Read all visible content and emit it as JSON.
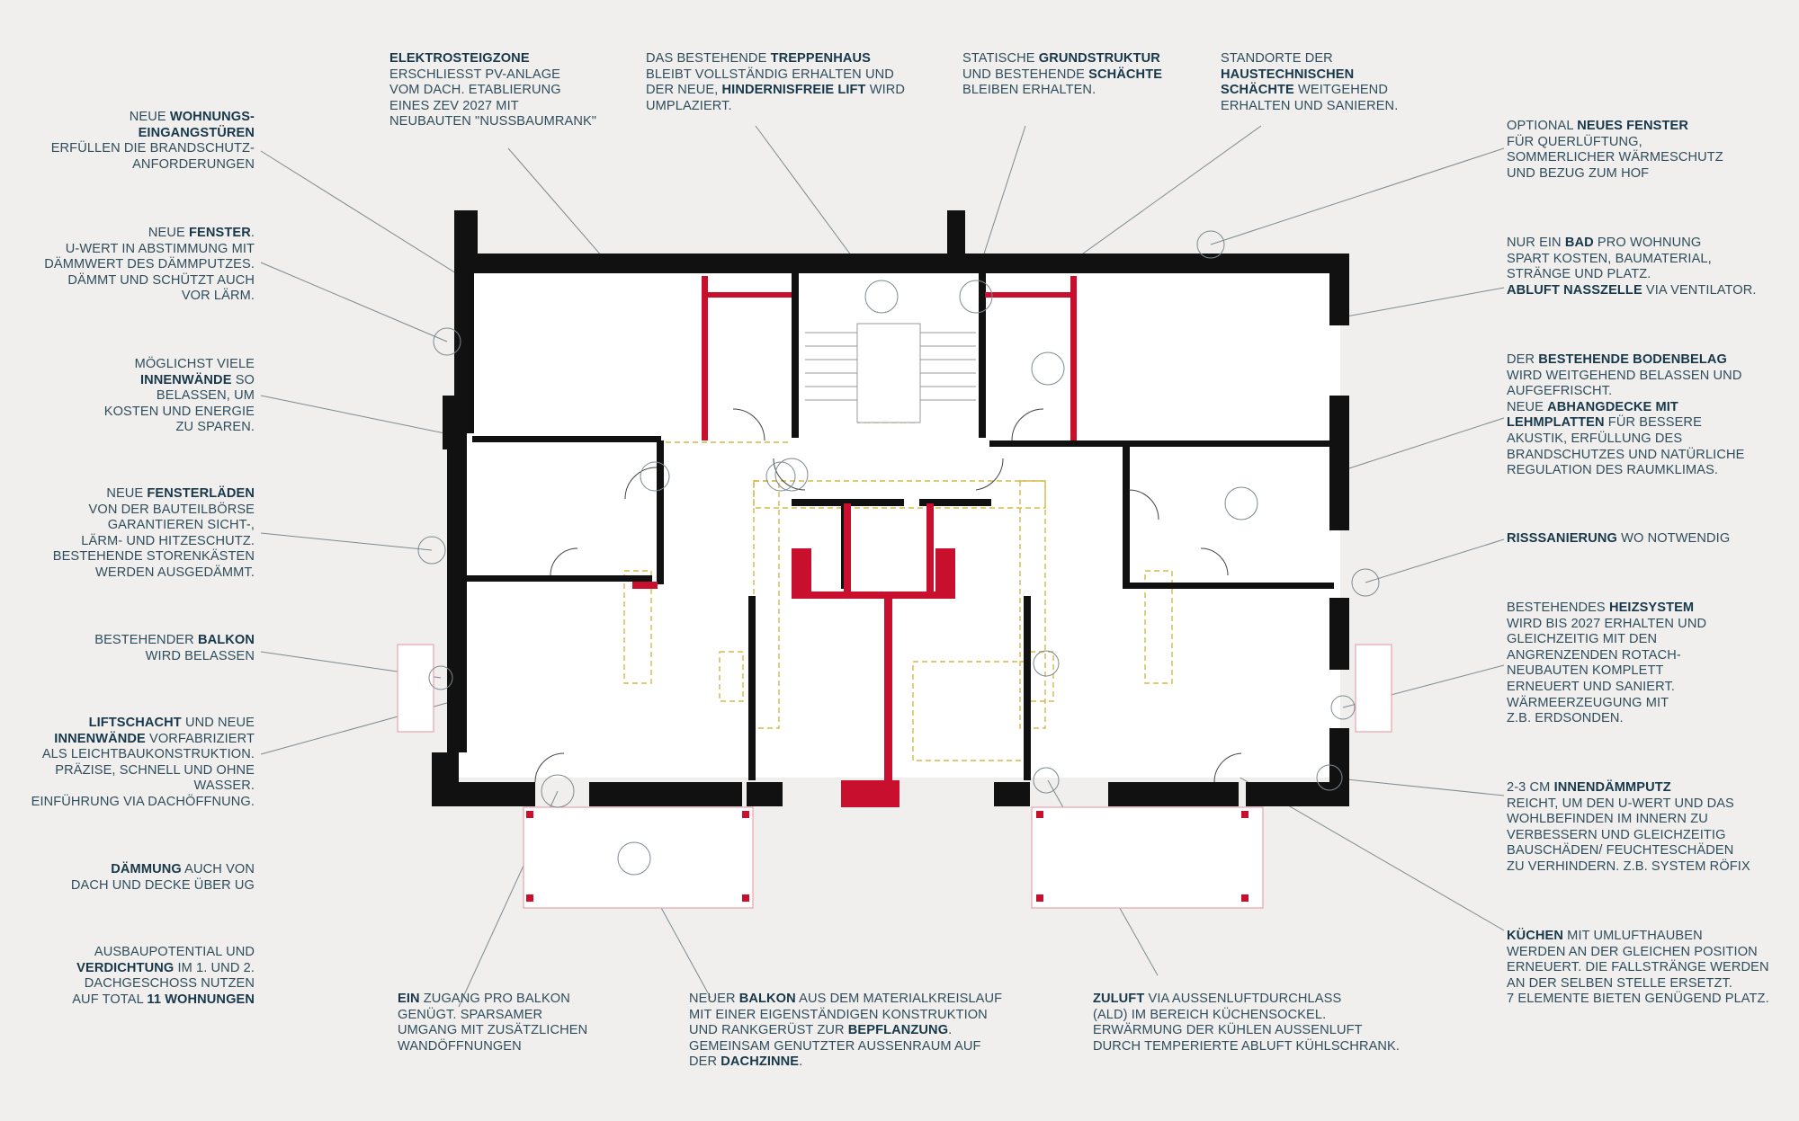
{
  "colors": {
    "background": "#f0efed",
    "text": "#2f4d5c",
    "bold_text": "#17384a",
    "wall": "#111111",
    "new_wall": "#c8102e",
    "light_construction": "#d4b84a",
    "leader": "#7d8a90"
  },
  "annotations": {
    "wohnungstueren": [
      [
        {
          "t": "Neue "
        },
        {
          "b": "Wohnungs-"
        }
      ],
      [
        {
          "b": "eingangstüren"
        }
      ],
      [
        {
          "t": "erfüllen die Brandschutz-"
        }
      ],
      [
        {
          "t": "anforderungen"
        }
      ]
    ],
    "fenster": [
      [
        {
          "t": "Neue "
        },
        {
          "b": "Fenster"
        },
        {
          "t": "."
        }
      ],
      [
        {
          "t": "U-Wert in Abstimmung mit"
        }
      ],
      [
        {
          "t": "Dämmwert des Dämmputzes."
        }
      ],
      [
        {
          "t": "Dämmt und schützt auch"
        }
      ],
      [
        {
          "t": "vor Lärm."
        }
      ]
    ],
    "innenwaende": [
      [
        {
          "t": "Möglichst viele"
        }
      ],
      [
        {
          "b": "Innenwände"
        },
        {
          "t": " so"
        }
      ],
      [
        {
          "t": "belassen, um"
        }
      ],
      [
        {
          "t": "Kosten und Energie"
        }
      ],
      [
        {
          "t": "zu sparen."
        }
      ]
    ],
    "fensterlaeden": [
      [
        {
          "t": "Neue "
        },
        {
          "b": "Fensterläden"
        }
      ],
      [
        {
          "t": "von der Bauteilbörse"
        }
      ],
      [
        {
          "t": "garantieren Sicht-,"
        }
      ],
      [
        {
          "t": "Lärm- und Hitzeschutz."
        }
      ],
      [
        {
          "t": "Bestehende Storenkästen"
        }
      ],
      [
        {
          "t": "werden ausgedämmt."
        }
      ]
    ],
    "balkon_bestehend": [
      [
        {
          "t": "Bestehender "
        },
        {
          "b": "Balkon"
        }
      ],
      [
        {
          "t": "wird belassen"
        }
      ]
    ],
    "liftschacht": [
      [
        {
          "b": "Liftschacht"
        },
        {
          "t": " und neue"
        }
      ],
      [
        {
          "b": "Innenwände"
        },
        {
          "t": " vorfabriziert"
        }
      ],
      [
        {
          "t": "als Leichtbaukonstruktion."
        }
      ],
      [
        {
          "t": "Präzise, schnell und ohne"
        }
      ],
      [
        {
          "t": "Wasser."
        }
      ],
      [
        {
          "t": "Einführung via Dachöffnung."
        }
      ]
    ],
    "daemmung": [
      [
        {
          "b": "Dämmung"
        },
        {
          "t": " auch von"
        }
      ],
      [
        {
          "t": "Dach und Decke über UG"
        }
      ]
    ],
    "verdichtung": [
      [
        {
          "t": "Ausbaupotential und"
        }
      ],
      [
        {
          "b": "Verdichtung"
        },
        {
          "t": " im 1. und 2."
        }
      ],
      [
        {
          "t": "Dachgeschoss nutzen"
        }
      ],
      [
        {
          "t": "auf total "
        },
        {
          "b": "11 Wohnungen"
        }
      ]
    ],
    "elektrosteigzone": [
      [
        {
          "b": "Elektrosteigzone"
        }
      ],
      [
        {
          "t": "erschliesst PV-Anlage"
        }
      ],
      [
        {
          "t": "vom Dach. Etablierung"
        }
      ],
      [
        {
          "t": "eines ZEV 2027 mit"
        }
      ],
      [
        {
          "t": "Neubauten \"Nussbaumrank\""
        }
      ]
    ],
    "treppenhaus": [
      [
        {
          "t": "Das bestehende "
        },
        {
          "b": "Treppenhaus"
        }
      ],
      [
        {
          "t": "bleibt vollständig erhalten und"
        }
      ],
      [
        {
          "t": "der neue, "
        },
        {
          "b": "hindernisfreie Lift"
        },
        {
          "t": " wird"
        }
      ],
      [
        {
          "t": "umplaziert."
        }
      ]
    ],
    "grundstruktur": [
      [
        {
          "t": "Statische "
        },
        {
          "b": "Grundstruktur"
        }
      ],
      [
        {
          "t": "und bestehende "
        },
        {
          "b": "Schächte"
        }
      ],
      [
        {
          "t": "bleiben erhalten."
        }
      ]
    ],
    "schaechte": [
      [
        {
          "t": "Standorte der"
        }
      ],
      [
        {
          "b": "haustechnischen"
        }
      ],
      [
        {
          "b": "Schächte"
        },
        {
          "t": " weitgehend"
        }
      ],
      [
        {
          "t": "erhalten und sanieren."
        }
      ]
    ],
    "neues_fenster": [
      [
        {
          "t": "Optional "
        },
        {
          "b": "neues Fenster"
        }
      ],
      [
        {
          "t": "für Querlüftung,"
        }
      ],
      [
        {
          "t": "sommerlicher Wärmeschutz"
        }
      ],
      [
        {
          "t": "und Bezug zum Hof"
        }
      ]
    ],
    "bad": [
      [
        {
          "t": "Nur ein "
        },
        {
          "b": "Bad"
        },
        {
          "t": " pro Wohnung"
        }
      ],
      [
        {
          "t": "spart Kosten, Baumaterial,"
        }
      ],
      [
        {
          "t": "Stränge und Platz."
        }
      ],
      [
        {
          "b": "Abluft Nasszelle"
        },
        {
          "t": " via Ventilator."
        }
      ]
    ],
    "bodenbelag": [
      [
        {
          "t": "Der "
        },
        {
          "b": "bestehende Bodenbelag"
        }
      ],
      [
        {
          "t": "wird weitgehend belassen und"
        }
      ],
      [
        {
          "t": "aufgefrischt."
        }
      ],
      [
        {
          "t": "Neue "
        },
        {
          "b": "Abhangdecke mit"
        }
      ],
      [
        {
          "b": "Lehmplatten"
        },
        {
          "t": " für bessere"
        }
      ],
      [
        {
          "t": "Akustik, Erfüllung des"
        }
      ],
      [
        {
          "t": "Brandschutzes und natürliche"
        }
      ],
      [
        {
          "t": "Regulation des Raumklimas."
        }
      ]
    ],
    "risssanierung": [
      [
        {
          "b": "Risssanierung"
        },
        {
          "t": " wo notwendig"
        }
      ]
    ],
    "heizsystem": [
      [
        {
          "t": "Bestehendes "
        },
        {
          "b": "Heizsystem"
        }
      ],
      [
        {
          "t": "wird bis 2027 erhalten und"
        }
      ],
      [
        {
          "t": "gleichzeitig mit den"
        }
      ],
      [
        {
          "t": "angrenzenden Rotach-"
        }
      ],
      [
        {
          "t": "Neubauten  komplett"
        }
      ],
      [
        {
          "t": "erneuert und saniert."
        }
      ],
      [
        {
          "t": "Wärmeerzeugung mit"
        }
      ],
      [
        {
          "t": "z.B. Erdsonden."
        }
      ]
    ],
    "innendaemmputz": [
      [
        {
          "t": "2-3 cm "
        },
        {
          "b": "Innendämmputz"
        }
      ],
      [
        {
          "t": "reicht, um den U-Wert und das"
        }
      ],
      [
        {
          "t": "Wohlbefinden im Innern zu"
        }
      ],
      [
        {
          "t": "verbessern und gleichzeitig"
        }
      ],
      [
        {
          "t": "Bauschäden/ Feuchteschäden"
        }
      ],
      [
        {
          "t": "zu verhindern. z.B. System Röfix"
        }
      ]
    ],
    "kuechen": [
      [
        {
          "b": "Küchen"
        },
        {
          "t": " mit Umlufthauben"
        }
      ],
      [
        {
          "t": "werden an der gleichen Position"
        }
      ],
      [
        {
          "t": "erneuert. Die Fallstränge werden"
        }
      ],
      [
        {
          "t": "an der selben Stelle ersetzt."
        }
      ],
      [
        {
          "t": "7 Elemente bieten genügend Platz."
        }
      ]
    ],
    "zugang_balkon": [
      [
        {
          "b": "Ein"
        },
        {
          "t": " Zugang pro Balkon"
        }
      ],
      [
        {
          "t": "genügt. Sparsamer"
        }
      ],
      [
        {
          "t": "Umgang mit zusätzlichen"
        }
      ],
      [
        {
          "t": "Wandöffnungen"
        }
      ]
    ],
    "neuer_balkon": [
      [
        {
          "t": "Neuer "
        },
        {
          "b": "Balkon"
        },
        {
          "t": " aus dem Materialkreislauf"
        }
      ],
      [
        {
          "t": "mit einer eigenständigen Konstruktion"
        }
      ],
      [
        {
          "t": "und Rankgerüst zur "
        },
        {
          "b": "Bepflanzung"
        },
        {
          "t": "."
        }
      ],
      [
        {
          "t": "Gemeinsam genutzter Aussenraum auf"
        }
      ],
      [
        {
          "t": "der "
        },
        {
          "b": "Dachzinne"
        },
        {
          "t": "."
        }
      ]
    ],
    "zuluft": [
      [
        {
          "b": "Zuluft"
        },
        {
          "t": " via Aussenluftdurchlass"
        }
      ],
      [
        {
          "t": "(ALD) im Bereich  Küchensockel."
        }
      ],
      [
        {
          "t": "Erwärmung der kühlen Aussenluft"
        }
      ],
      [
        {
          "t": "durch temperierte Abluft Kühlschrank."
        }
      ]
    ]
  }
}
